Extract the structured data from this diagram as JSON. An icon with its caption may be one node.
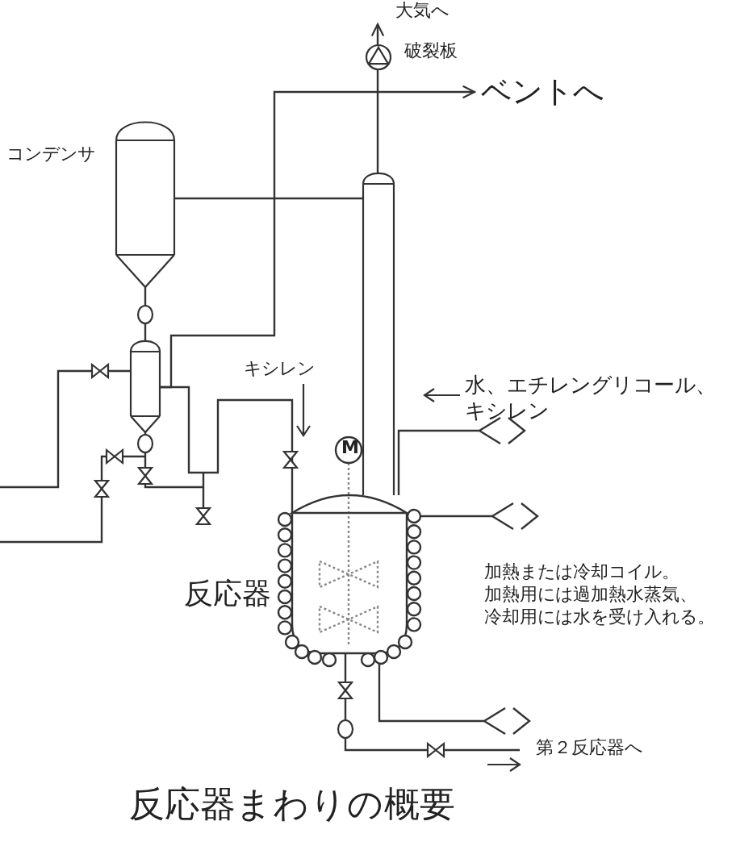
{
  "diagram": {
    "title": "反応器まわりの概要",
    "nodes": [
      {
        "text": [
          "コンデンサ"
        ]
      },
      {
        "text": [],
        "shape": "cylinder"
      },
      {
        "text": [
          "反応器"
        ]
      },
      {
        "text": [],
        "shape": "cylinder"
      },
      {
        "text": [
          "ベントへ"
        ]
      },
      {
        "text": [
          "第２反応器へ"
        ]
      },
      {
        "text": [],
        "shape": "circle",
        "beside": [
          "破裂板"
        ]
      },
      {
        "text": [
          "大気へ"
        ]
      }
    ],
    "edges": [
      {
        "from": 1,
        "to": 0,
        "arrow": "none"
      },
      {
        "from": 0,
        "to": 3,
        "arrow": "none"
      },
      {
        "from": 3,
        "to": 2,
        "arrow": "none"
      },
      {
        "from": 3,
        "to": 4,
        "arrow": "to"
      },
      {
        "from": 6,
        "to": 7,
        "arrow": "to"
      },
      {
        "from": 2,
        "to": 5,
        "arrow": "none"
      },
      {
        "from": 1,
        "to": 6,
        "arrow": "none"
      }
    ],
    "labels": [
      "キシレン",
      "水、エチレングリコール、キシレン",
      "M",
      "加熱または冷却コイル。",
      "加熱用には過加熱水蒸気、冷却用には水を受け入れる。"
    ]
  }
}
